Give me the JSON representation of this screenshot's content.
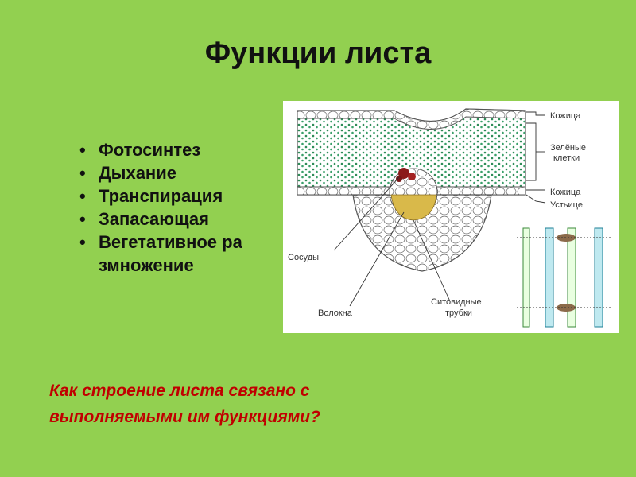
{
  "slide": {
    "title": "Функции листа",
    "bullets": [
      "Фотосинтез",
      "Дыхание",
      "Транспирация",
      "Запасающая",
      "Вегетативное размножение"
    ],
    "question_line1": "Как строение листа связано с",
    "question_line2": "выполняемыми им функциями?"
  },
  "figure": {
    "labels": {
      "epidermis_top": "Кожица",
      "green_cells_1": "Зелёные",
      "green_cells_2": "клетки",
      "epidermis_bottom": "Кожица",
      "stoma": "Устьице",
      "vessels": "Сосуды",
      "fibers": "Волокна",
      "sieve_1": "Ситовидные",
      "sieve_2": "трубки"
    }
  }
}
